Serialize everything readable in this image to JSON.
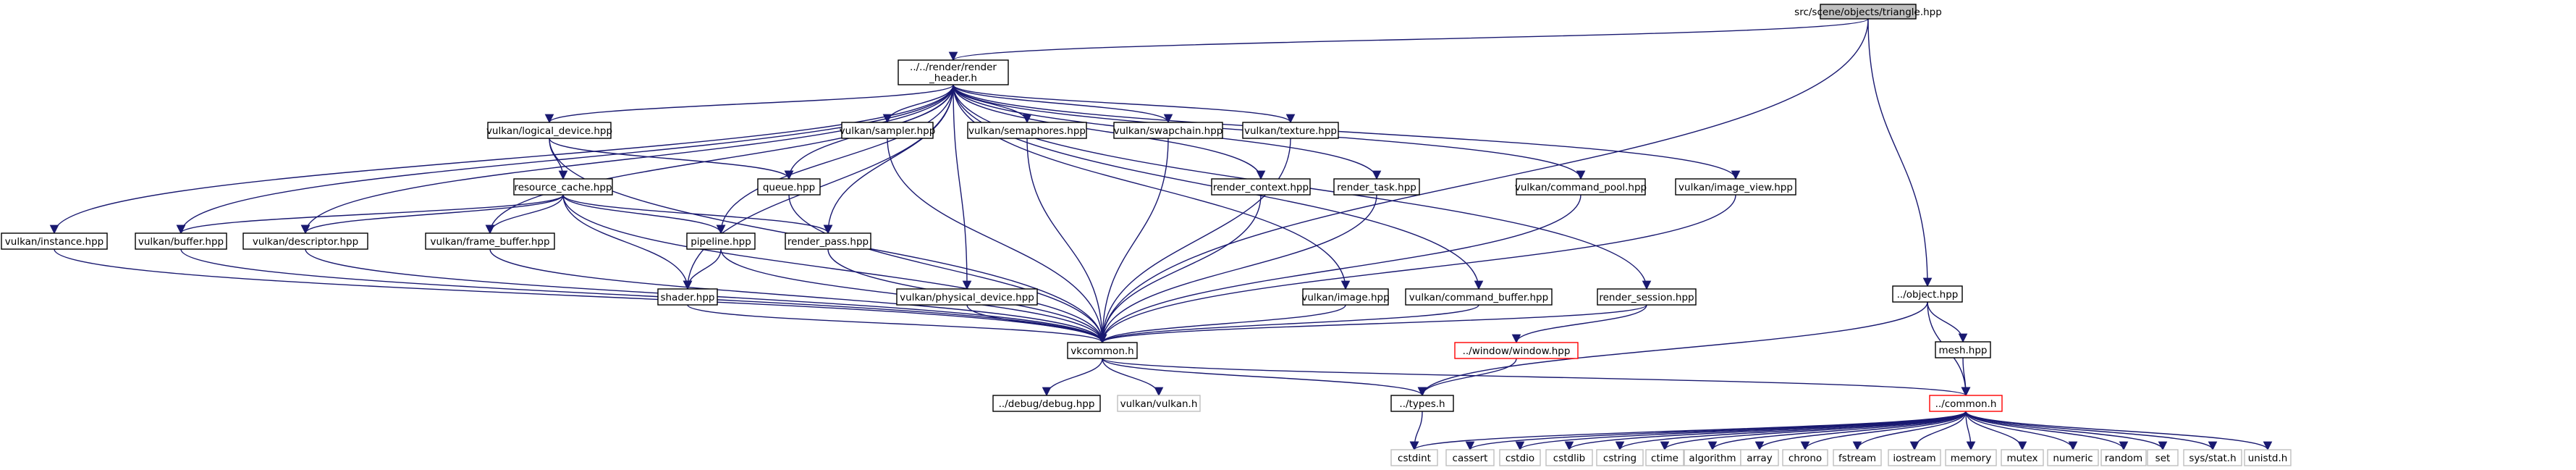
{
  "graph": {
    "type": "include-dependency-graph",
    "colors": {
      "edge": "#191970",
      "node_border": "#000000",
      "node_border_truncated": "#ff0000",
      "node_border_system": "#bfbfbf",
      "root_fill": "#bfbfbf",
      "node_fill": "#ffffff",
      "system_text": "#333333"
    },
    "nodes": [
      {
        "id": "triangle",
        "label": "src/scene/objects/triangle.hpp",
        "kind": "root"
      },
      {
        "id": "render_header",
        "label": "../../render/render_header.h",
        "kind": "normal"
      },
      {
        "id": "object",
        "label": "../object.hpp",
        "kind": "normal"
      },
      {
        "id": "logical_device",
        "label": "vulkan/logical_device.hpp",
        "kind": "normal"
      },
      {
        "id": "sampler",
        "label": "vulkan/sampler.hpp",
        "kind": "normal"
      },
      {
        "id": "semaphores",
        "label": "vulkan/semaphores.hpp",
        "kind": "normal"
      },
      {
        "id": "swapchain",
        "label": "vulkan/swapchain.hpp",
        "kind": "normal"
      },
      {
        "id": "texture",
        "label": "vulkan/texture.hpp",
        "kind": "normal"
      },
      {
        "id": "resource_cache",
        "label": "resource_cache.hpp",
        "kind": "normal"
      },
      {
        "id": "queue",
        "label": "queue.hpp",
        "kind": "normal"
      },
      {
        "id": "render_context",
        "label": "render_context.hpp",
        "kind": "normal"
      },
      {
        "id": "render_task",
        "label": "render_task.hpp",
        "kind": "normal"
      },
      {
        "id": "command_pool",
        "label": "vulkan/command_pool.hpp",
        "kind": "normal"
      },
      {
        "id": "image_view",
        "label": "vulkan/image_view.hpp",
        "kind": "normal"
      },
      {
        "id": "instance",
        "label": "vulkan/instance.hpp",
        "kind": "normal"
      },
      {
        "id": "buffer",
        "label": "vulkan/buffer.hpp",
        "kind": "normal"
      },
      {
        "id": "descriptor",
        "label": "vulkan/descriptor.hpp",
        "kind": "normal"
      },
      {
        "id": "frame_buffer",
        "label": "vulkan/frame_buffer.hpp",
        "kind": "normal"
      },
      {
        "id": "pipeline",
        "label": "pipeline.hpp",
        "kind": "normal"
      },
      {
        "id": "render_pass",
        "label": "render_pass.hpp",
        "kind": "normal"
      },
      {
        "id": "shader",
        "label": "shader.hpp",
        "kind": "normal"
      },
      {
        "id": "physical_device",
        "label": "vulkan/physical_device.hpp",
        "kind": "normal"
      },
      {
        "id": "vk_image",
        "label": "vulkan/image.hpp",
        "kind": "normal"
      },
      {
        "id": "command_buffer",
        "label": "vulkan/command_buffer.hpp",
        "kind": "normal"
      },
      {
        "id": "render_session",
        "label": "render_session.hpp",
        "kind": "normal"
      },
      {
        "id": "mesh",
        "label": "mesh.hpp",
        "kind": "normal"
      },
      {
        "id": "vkcommon",
        "label": "vkcommon.h",
        "kind": "normal"
      },
      {
        "id": "window",
        "label": "../window/window.hpp",
        "kind": "truncated"
      },
      {
        "id": "debug",
        "label": "../debug/debug.hpp",
        "kind": "normal"
      },
      {
        "id": "vulkan_h",
        "label": "vulkan/vulkan.h",
        "kind": "system"
      },
      {
        "id": "types",
        "label": "../types.h",
        "kind": "normal"
      },
      {
        "id": "common",
        "label": "../common.h",
        "kind": "truncated"
      },
      {
        "id": "cstdint",
        "label": "cstdint",
        "kind": "system"
      },
      {
        "id": "cassert",
        "label": "cassert",
        "kind": "system"
      },
      {
        "id": "cstdio",
        "label": "cstdio",
        "kind": "system"
      },
      {
        "id": "cstdlib",
        "label": "cstdlib",
        "kind": "system"
      },
      {
        "id": "cstring",
        "label": "cstring",
        "kind": "system"
      },
      {
        "id": "ctime",
        "label": "ctime",
        "kind": "system"
      },
      {
        "id": "algorithm",
        "label": "algorithm",
        "kind": "system"
      },
      {
        "id": "array",
        "label": "array",
        "kind": "system"
      },
      {
        "id": "chrono",
        "label": "chrono",
        "kind": "system"
      },
      {
        "id": "fstream",
        "label": "fstream",
        "kind": "system"
      },
      {
        "id": "iostream",
        "label": "iostream",
        "kind": "system"
      },
      {
        "id": "memory",
        "label": "memory",
        "kind": "system"
      },
      {
        "id": "mutex",
        "label": "mutex",
        "kind": "system"
      },
      {
        "id": "numeric",
        "label": "numeric",
        "kind": "system"
      },
      {
        "id": "random",
        "label": "random",
        "kind": "system"
      },
      {
        "id": "set",
        "label": "set",
        "kind": "system"
      },
      {
        "id": "sys_stat",
        "label": "sys/stat.h",
        "kind": "system"
      },
      {
        "id": "unistd",
        "label": "unistd.h",
        "kind": "system"
      }
    ],
    "edges": [
      [
        "triangle",
        "render_header"
      ],
      [
        "triangle",
        "object"
      ],
      [
        "triangle",
        "vkcommon"
      ],
      [
        "render_header",
        "logical_device"
      ],
      [
        "render_header",
        "sampler"
      ],
      [
        "render_header",
        "semaphores"
      ],
      [
        "render_header",
        "swapchain"
      ],
      [
        "render_header",
        "texture"
      ],
      [
        "render_header",
        "queue"
      ],
      [
        "render_header",
        "render_context"
      ],
      [
        "render_header",
        "render_task"
      ],
      [
        "render_header",
        "command_pool"
      ],
      [
        "render_header",
        "image_view"
      ],
      [
        "render_header",
        "instance"
      ],
      [
        "render_header",
        "buffer"
      ],
      [
        "render_header",
        "descriptor"
      ],
      [
        "render_header",
        "frame_buffer"
      ],
      [
        "render_header",
        "pipeline"
      ],
      [
        "render_header",
        "render_pass"
      ],
      [
        "render_header",
        "shader"
      ],
      [
        "render_header",
        "physical_device"
      ],
      [
        "render_header",
        "vk_image"
      ],
      [
        "render_header",
        "command_buffer"
      ],
      [
        "render_header",
        "render_session"
      ],
      [
        "logical_device",
        "resource_cache"
      ],
      [
        "logical_device",
        "queue"
      ],
      [
        "logical_device",
        "vkcommon"
      ],
      [
        "resource_cache",
        "buffer"
      ],
      [
        "resource_cache",
        "descriptor"
      ],
      [
        "resource_cache",
        "frame_buffer"
      ],
      [
        "resource_cache",
        "pipeline"
      ],
      [
        "resource_cache",
        "render_pass"
      ],
      [
        "resource_cache",
        "shader"
      ],
      [
        "resource_cache",
        "vkcommon"
      ],
      [
        "pipeline",
        "shader"
      ],
      [
        "pipeline",
        "vkcommon"
      ],
      [
        "instance",
        "vkcommon"
      ],
      [
        "buffer",
        "vkcommon"
      ],
      [
        "descriptor",
        "vkcommon"
      ],
      [
        "frame_buffer",
        "vkcommon"
      ],
      [
        "shader",
        "vkcommon"
      ],
      [
        "render_pass",
        "vkcommon"
      ],
      [
        "queue",
        "vkcommon"
      ],
      [
        "sampler",
        "vkcommon"
      ],
      [
        "semaphores",
        "vkcommon"
      ],
      [
        "swapchain",
        "vkcommon"
      ],
      [
        "texture",
        "vkcommon"
      ],
      [
        "physical_device",
        "vkcommon"
      ],
      [
        "render_context",
        "vkcommon"
      ],
      [
        "render_task",
        "vkcommon"
      ],
      [
        "vk_image",
        "vkcommon"
      ],
      [
        "command_buffer",
        "vkcommon"
      ],
      [
        "command_pool",
        "vkcommon"
      ],
      [
        "image_view",
        "vkcommon"
      ],
      [
        "render_session",
        "vkcommon"
      ],
      [
        "render_session",
        "window"
      ],
      [
        "vkcommon",
        "debug"
      ],
      [
        "vkcommon",
        "vulkan_h"
      ],
      [
        "vkcommon",
        "types"
      ],
      [
        "vkcommon",
        "common"
      ],
      [
        "window",
        "types"
      ],
      [
        "object",
        "types"
      ],
      [
        "object",
        "mesh"
      ],
      [
        "object",
        "common"
      ],
      [
        "mesh",
        "common"
      ],
      [
        "types",
        "cstdint"
      ],
      [
        "common",
        "cstdint"
      ],
      [
        "common",
        "cassert"
      ],
      [
        "common",
        "cstdio"
      ],
      [
        "common",
        "cstdlib"
      ],
      [
        "common",
        "cstring"
      ],
      [
        "common",
        "ctime"
      ],
      [
        "common",
        "algorithm"
      ],
      [
        "common",
        "array"
      ],
      [
        "common",
        "chrono"
      ],
      [
        "common",
        "fstream"
      ],
      [
        "common",
        "iostream"
      ],
      [
        "common",
        "memory"
      ],
      [
        "common",
        "mutex"
      ],
      [
        "common",
        "numeric"
      ],
      [
        "common",
        "random"
      ],
      [
        "common",
        "set"
      ],
      [
        "common",
        "sys_stat"
      ],
      [
        "common",
        "unistd"
      ]
    ]
  }
}
